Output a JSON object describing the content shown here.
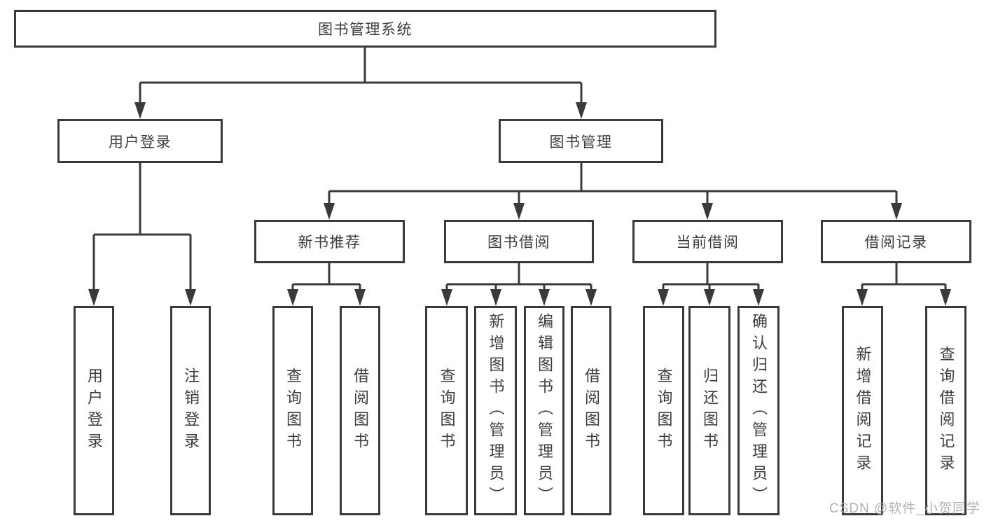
{
  "tree": {
    "root": {
      "label": "图书管理系统"
    },
    "children": [
      {
        "label": "用户登录",
        "children": [
          {
            "label": "用户登录"
          },
          {
            "label": "注销登录"
          }
        ]
      },
      {
        "label": "图书管理",
        "children": [
          {
            "label": "新书推荐",
            "children": [
              {
                "label": "查询图书"
              },
              {
                "label": "借阅图书"
              }
            ]
          },
          {
            "label": "图书借阅",
            "children": [
              {
                "label": "查询图书"
              },
              {
                "label": "新增图书（管理员）"
              },
              {
                "label": "编辑图书（管理员）"
              },
              {
                "label": "借阅图书"
              }
            ]
          },
          {
            "label": "当前借阅",
            "children": [
              {
                "label": "查询图书"
              },
              {
                "label": "归还图书"
              },
              {
                "label": "确认归还（管理员）"
              }
            ]
          },
          {
            "label": "借阅记录",
            "children": [
              {
                "label": "新增借阅记录"
              },
              {
                "label": "查询借阅记录"
              }
            ]
          }
        ]
      }
    ]
  },
  "watermark": {
    "text": "CSDN @软件_小贺同学"
  },
  "colors": {
    "line": "#3a3a3a",
    "text": "#3d3d3d",
    "watermark": "#b2b2b2",
    "background": "#ffffff"
  }
}
